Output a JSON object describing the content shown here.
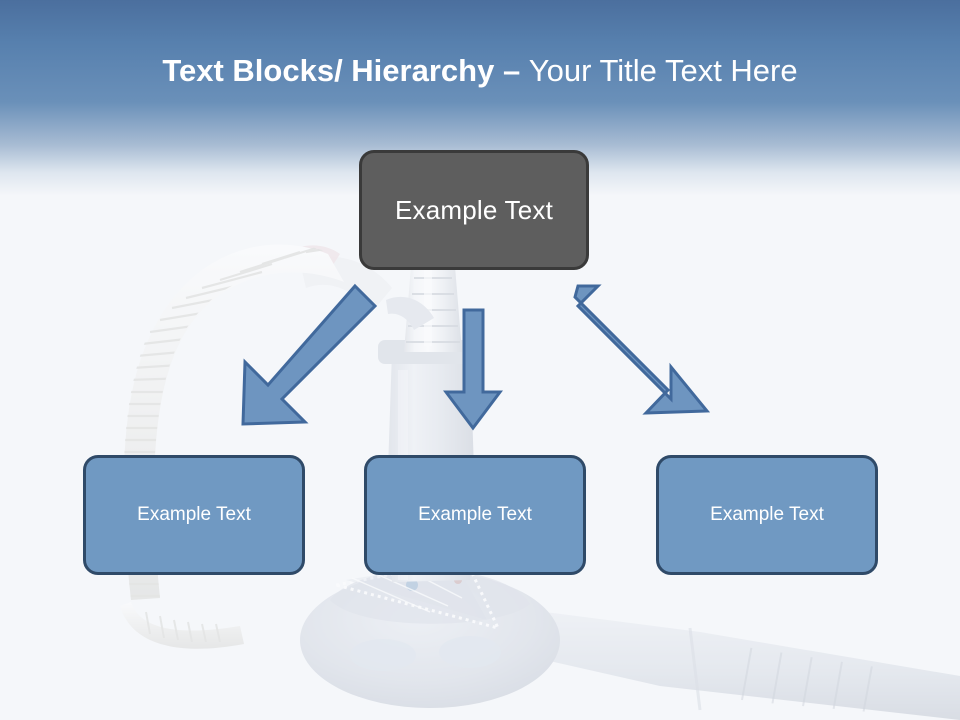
{
  "slide": {
    "title_bold": "Text Blocks/ Hierarchy ",
    "title_sep": "– ",
    "title_light": "Your Title Text Here",
    "background_image": "hookah-shisha-photo",
    "header_color": "#5780AE",
    "page_background": "#F5F7FA"
  },
  "diagram": {
    "type": "hierarchy",
    "top_node": {
      "label": "Example  Text",
      "fill": "#5E5E5E",
      "border": "#3A3A3A",
      "text_color": "#FFFFFF"
    },
    "arrows": [
      {
        "name": "arrow-left",
        "direction": "down-left",
        "fill": "#6E95C0",
        "stroke": "#41699C"
      },
      {
        "name": "arrow-middle",
        "direction": "down",
        "fill": "#6E95C0",
        "stroke": "#41699C"
      },
      {
        "name": "arrow-right",
        "direction": "down-right",
        "fill": "#6E95C0",
        "stroke": "#41699C"
      }
    ],
    "child_nodes": [
      {
        "label": "Example Text",
        "fill": "#7099C2",
        "border": "#2F4A68",
        "text_color": "#FFFFFF"
      },
      {
        "label": "Example Text",
        "fill": "#7099C2",
        "border": "#2F4A68",
        "text_color": "#FFFFFF"
      },
      {
        "label": "Example Text",
        "fill": "#7099C2",
        "border": "#2F4A68",
        "text_color": "#FFFFFF"
      }
    ]
  }
}
